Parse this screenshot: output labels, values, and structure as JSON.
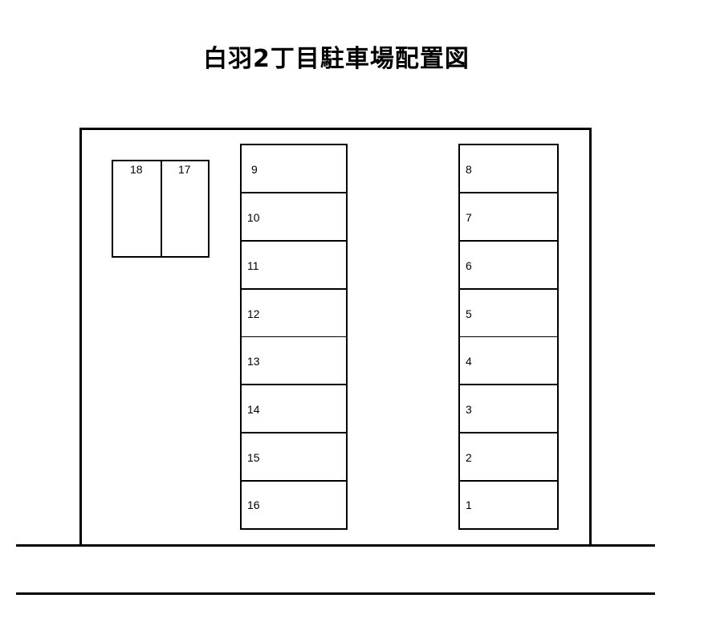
{
  "title": "白羽2丁目駐車場配置図",
  "small_block": {
    "spaces": [
      {
        "number": "18"
      },
      {
        "number": "17"
      }
    ]
  },
  "middle_column": {
    "spaces": [
      {
        "number": "9"
      },
      {
        "number": "10"
      },
      {
        "number": "11"
      },
      {
        "number": "12"
      },
      {
        "number": "13"
      },
      {
        "number": "14"
      },
      {
        "number": "15"
      },
      {
        "number": "16"
      }
    ]
  },
  "right_column": {
    "spaces": [
      {
        "number": "8"
      },
      {
        "number": "7"
      },
      {
        "number": "6"
      },
      {
        "number": "5"
      },
      {
        "number": "4"
      },
      {
        "number": "3"
      },
      {
        "number": "2"
      },
      {
        "number": "1"
      }
    ]
  },
  "colors": {
    "line": "#000000",
    "background": "#ffffff"
  }
}
